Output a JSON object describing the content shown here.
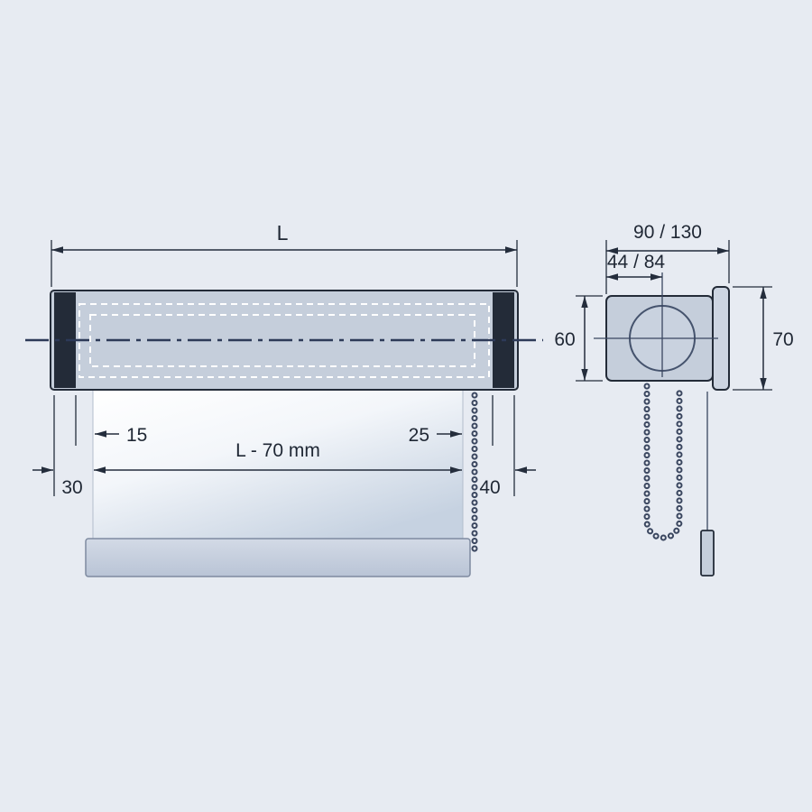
{
  "palette": {
    "background": "#e7ebf2",
    "outline": "#232b38",
    "dimension_color": "#242d3c",
    "shape_fill": "#c5cedb",
    "end_cap_fill": "#232b38",
    "dashed_tube": "#ffffff",
    "center_line": "#2d3a58",
    "fabric_top": "#ffffff",
    "fabric_bottom": "#c6d2e1",
    "chain_color": "#3b4760"
  },
  "front_view": {
    "labels": {
      "total_width": "L",
      "left_bracket_offset": "15",
      "right_bracket_offset": "25",
      "fabric_width": "L - 70 mm",
      "left_edge_offset": "30",
      "right_edge_offset": "40"
    }
  },
  "side_view": {
    "labels": {
      "depth_options": "90 / 130",
      "inner_depth_options": "44 / 84",
      "bracket_height": "60",
      "end_plate_height": "70"
    }
  }
}
